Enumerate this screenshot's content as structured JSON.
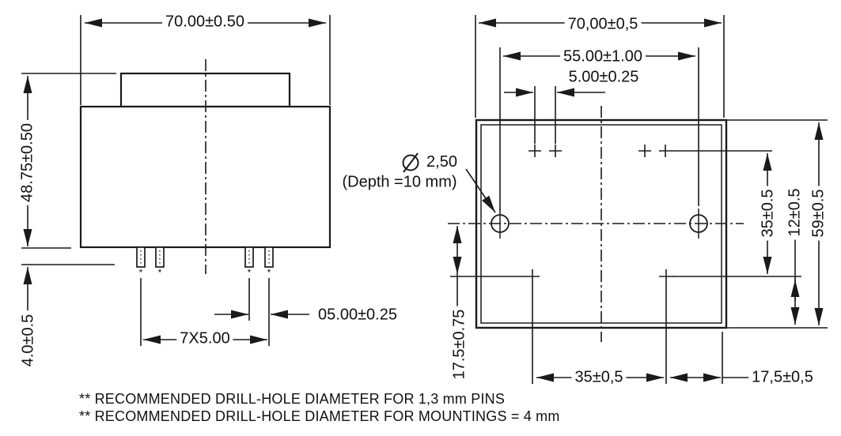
{
  "front_view": {
    "dims": {
      "width": "70.00±0.50",
      "height": "48.75±0.50",
      "pin_length": "4.0±0.5",
      "pin_row_span": "7X5.00",
      "pin_pitch": "05.00±0.25"
    },
    "pin_footnote_mark": "*"
  },
  "top_view": {
    "dims": {
      "width": "70,00±0,5",
      "mounting_hole_distance": "55.00±1.00",
      "pin_pitch": "5.00±0.25",
      "hole_diameter": "2,50",
      "hole_depth_note": "(Depth =10 mm)",
      "pin_rows_distance": "35±0.5",
      "pin_row_to_edge": "12±0.5",
      "body_depth": "59±0.5",
      "hole_to_pin_row": "17.5±0.75",
      "lower_pin_span": "35±0,5",
      "pin_to_edge": "17,5±0,5"
    }
  },
  "notes": [
    "** RECOMMENDED DRILL-HOLE DIAMETER FOR 1,3 mm PINS",
    "** RECOMMENDED DRILL-HOLE DIAMETER FOR MOUNTINGS = 4 mm"
  ],
  "colors": {
    "line": "#1a1a1a",
    "background": "#ffffff"
  }
}
